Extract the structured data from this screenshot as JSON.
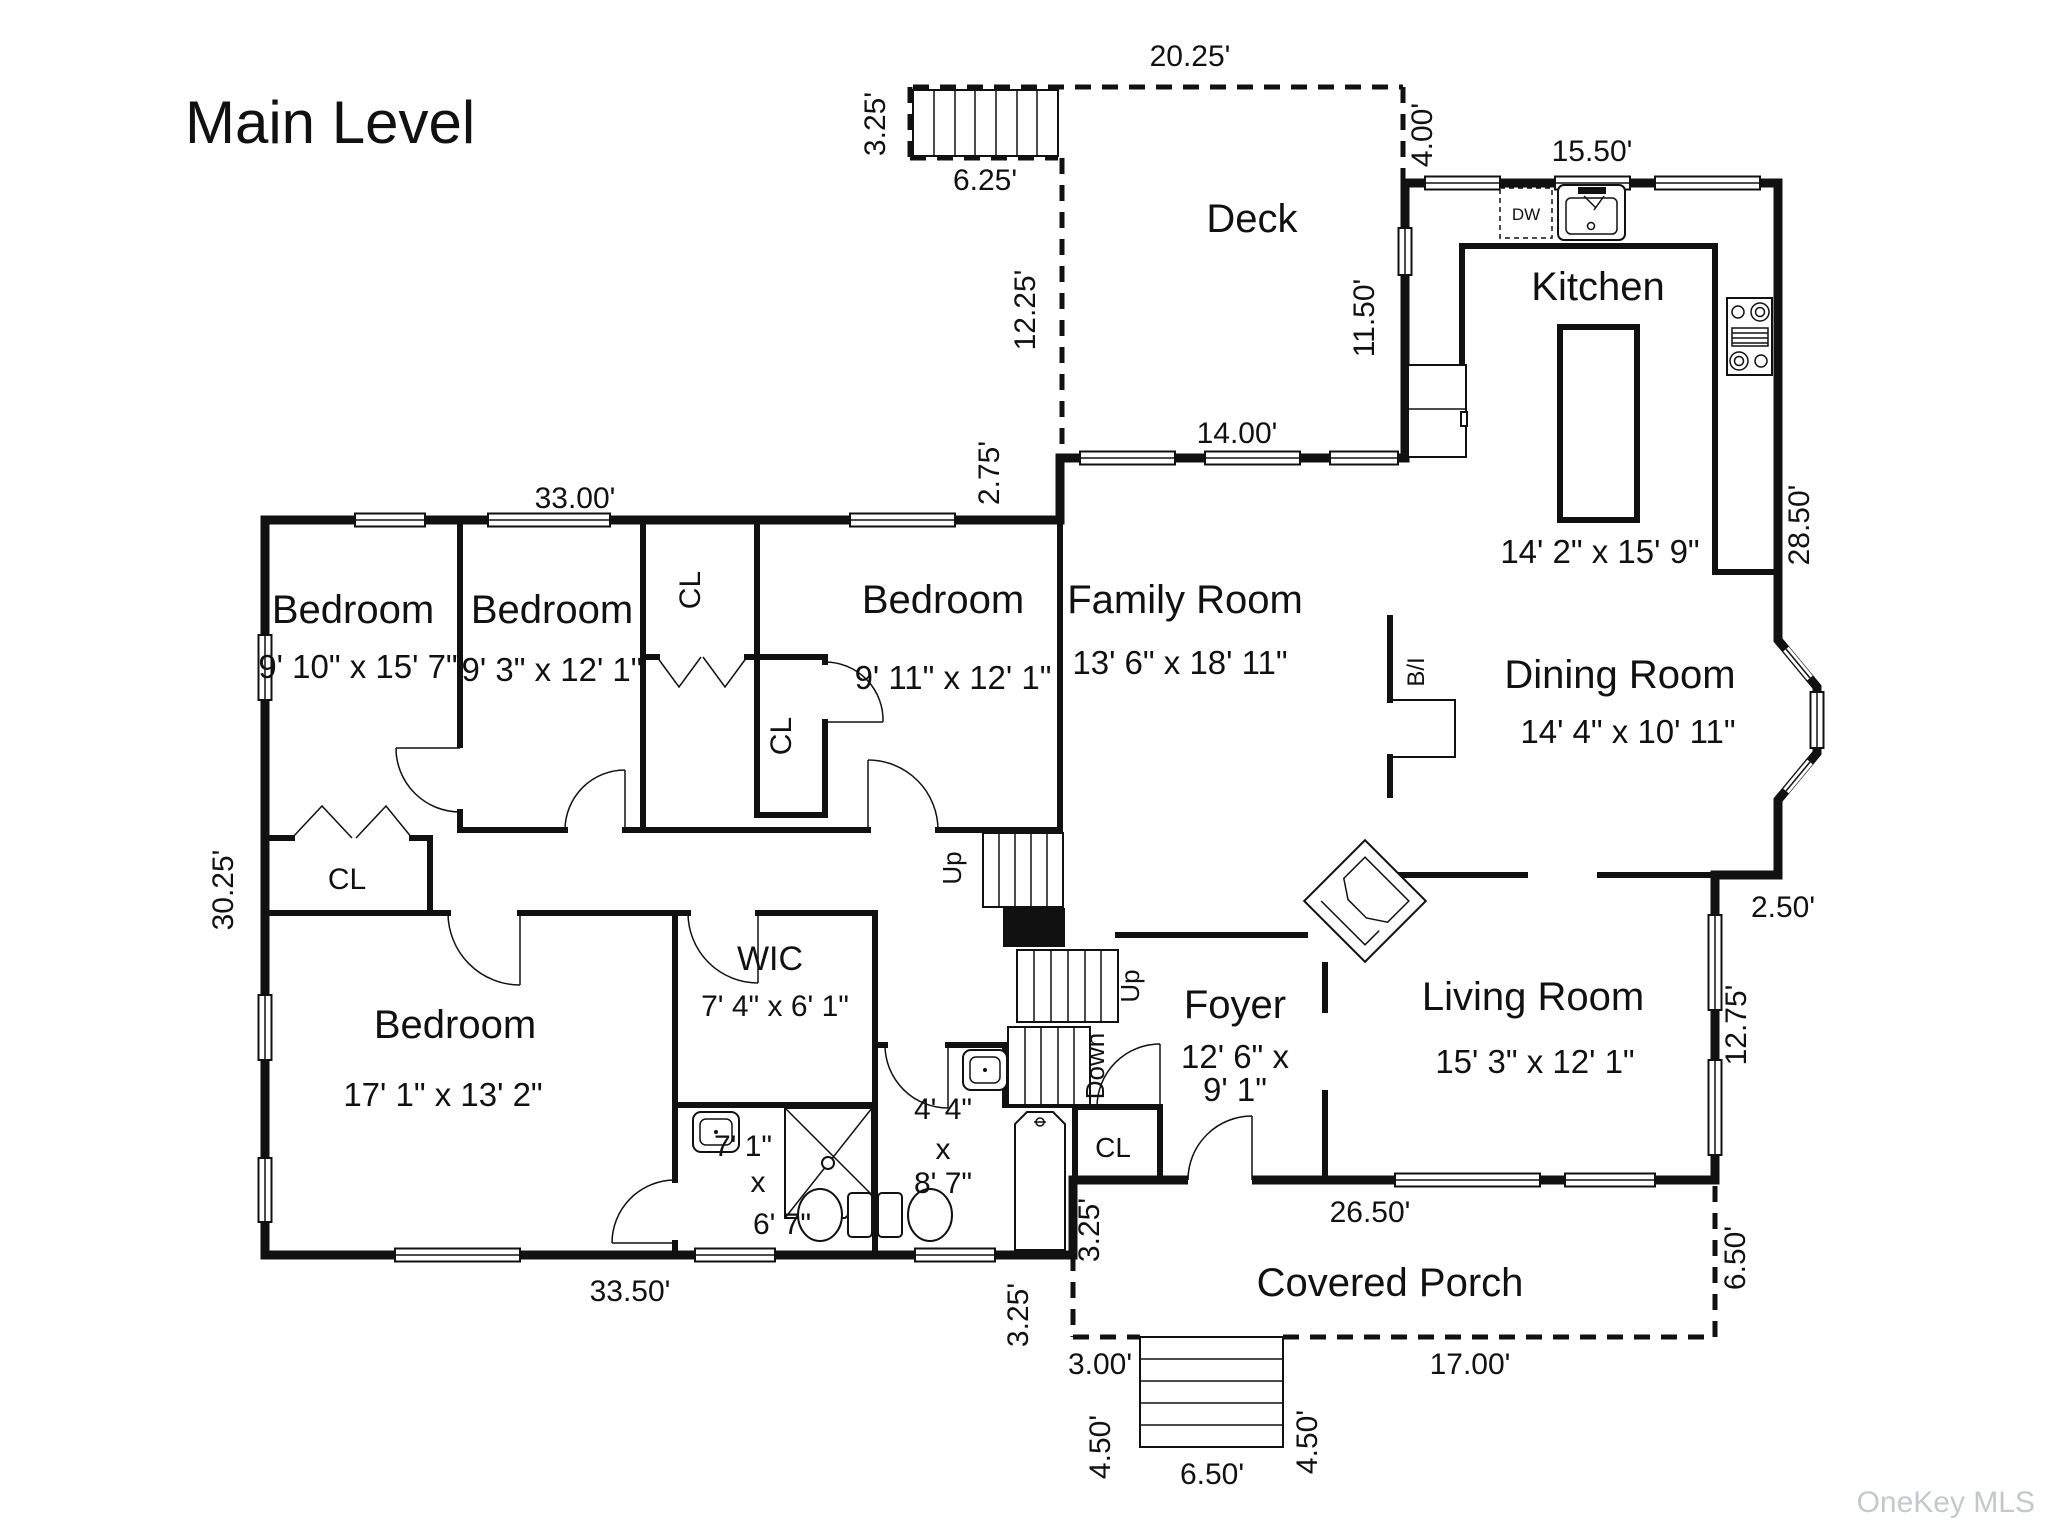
{
  "title": "Main Level",
  "watermark": "OneKey MLS",
  "rooms": {
    "deck": {
      "label": "Deck"
    },
    "kitchen": {
      "label": "Kitchen",
      "dims": "14' 2\" x 15' 9\""
    },
    "dining": {
      "label": "Dining Room",
      "dims": "14' 4\" x 10' 11\""
    },
    "family": {
      "label": "Family Room",
      "dims": "13' 6\" x 18' 11\""
    },
    "living": {
      "label": "Living Room",
      "dims": "15' 3\" x 12' 1\""
    },
    "foyer": {
      "label": "Foyer",
      "dims_line1": "12' 6\" x",
      "dims_line2": "9' 1\""
    },
    "porch": {
      "label": "Covered Porch"
    },
    "bedroom1": {
      "label": "Bedroom",
      "dims": "9' 10\" x 15' 7\""
    },
    "bedroom2": {
      "label": "Bedroom",
      "dims": "9' 3\" x 12' 1\""
    },
    "bedroom3": {
      "label": "Bedroom",
      "dims": "9' 11\" x 12' 1\""
    },
    "bedroom4": {
      "label": "Bedroom",
      "dims": "17' 1\" x 13' 2\""
    },
    "wic": {
      "label": "WIC",
      "dims": "7' 4\" x 6' 1\""
    },
    "bath1": {
      "w": "7' 1\"",
      "x": "x",
      "h": "6' 7\""
    },
    "bath2": {
      "w": "4' 4\"",
      "x": "x",
      "h": "8' 7\""
    }
  },
  "labels": {
    "cl_bed1": "CL",
    "cl_strip_top": "CL",
    "cl_strip_bottom": "CL",
    "cl_foyer": "CL",
    "builtin": "B/I",
    "dw": "DW",
    "up1": "Up",
    "up2": "Up",
    "down": "Down"
  },
  "dims": {
    "deck_top": "20.25'",
    "deck_stairs_h": "3.25'",
    "deck_stairs_w": "6.25'",
    "deck_right_gap": "4.00'",
    "deck_left": "12.25'",
    "deck_kitchen_side": "11.50'",
    "kitchen_top": "15.50'",
    "family_top": "14.00'",
    "family_jog": "2.75'",
    "wing_top": "33.00'",
    "east_side": "28.50'",
    "east_jog": "2.50'",
    "living_side": "12.75'",
    "west_side": "30.25'",
    "wing_bottom": "33.50'",
    "porch_top": "26.50'",
    "porch_right": "6.50'",
    "porch_wall_step": "3.25'",
    "porch_left": "3.25'",
    "porch_step_offset": "3.00'",
    "porch_bottom": "17.00'",
    "pstep_left": "4.50'",
    "pstep_right": "4.50'",
    "pstep_bottom": "6.50'"
  }
}
